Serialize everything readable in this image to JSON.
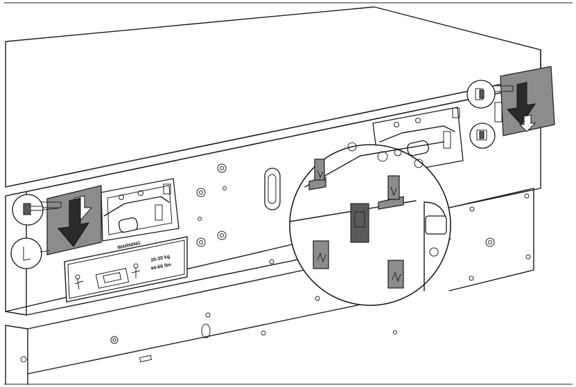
{
  "label": {
    "warning_title": "WARNING",
    "warning_line": "",
    "weight_kg": "20-30 kg",
    "weight_lb": "44-66 lbs"
  },
  "colors": {
    "line": "#1a1a1a",
    "tab_gray": "#8c8c8c",
    "arrow_dark": "#2b2b2b",
    "background": "#ffffff"
  }
}
